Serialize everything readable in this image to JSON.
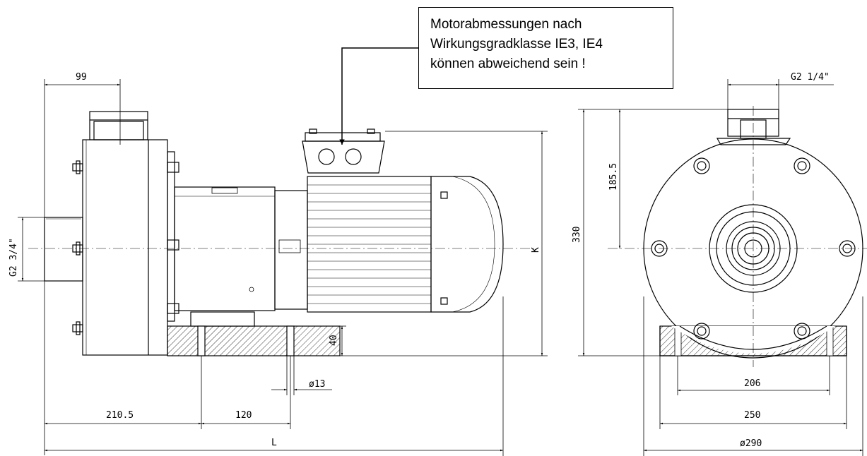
{
  "note": {
    "lines": [
      "Motorabmessungen nach",
      "Wirkungsgradklasse IE3, IE4",
      "können abweichend sein !"
    ]
  },
  "side_view": {
    "dim_top": "99",
    "dim_inlet": "G2 3/4\"",
    "dim_height": "K",
    "dim_foot": "40",
    "dim_hole": "ø13",
    "dim_a": "210.5",
    "dim_b": "120",
    "dim_total": "L"
  },
  "front_view": {
    "dim_outlet": "G2 1/4\"",
    "dim_shaft_height": "185.5",
    "dim_total_height": "330",
    "dim_hole_dist": "206",
    "dim_foot_width": "250",
    "dim_diameter": "ø290"
  }
}
